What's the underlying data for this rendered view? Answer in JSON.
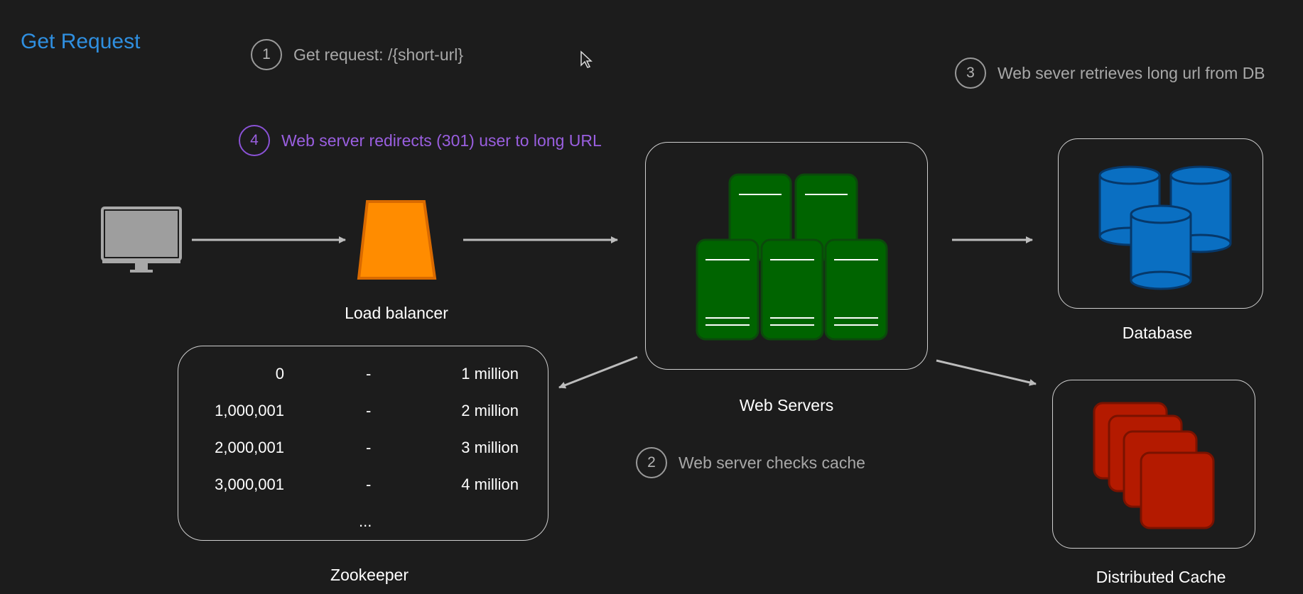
{
  "title": "Get Request",
  "steps": [
    {
      "number": "1",
      "text": "Get request: /{short-url}"
    },
    {
      "number": "2",
      "text": "Web server checks cache"
    },
    {
      "number": "3",
      "text": "Web sever retrieves long url from DB"
    },
    {
      "number": "4",
      "text": "Web server redirects (301) user to long URL"
    }
  ],
  "components": {
    "client": "computer-icon",
    "load_balancer": "Load balancer",
    "web_servers": "Web Servers",
    "database": "Database",
    "cache": "Distributed Cache",
    "zookeeper": "Zookeeper"
  },
  "zookeeper_ranges": [
    {
      "start": "0",
      "sep": "-",
      "end": "1 million"
    },
    {
      "start": "1,000,001",
      "sep": "-",
      "end": "2 million"
    },
    {
      "start": "2,000,001",
      "sep": "-",
      "end": "3 million"
    },
    {
      "start": "3,000,001",
      "sep": "-",
      "end": "4 million"
    }
  ],
  "zookeeper_more": "...",
  "colors": {
    "title": "#2f8fe0",
    "step4": "#9a5fe0",
    "load_balancer": "#ff8c00",
    "server": "#006400",
    "database": "#0a6fc2",
    "cache": "#b41a00"
  }
}
